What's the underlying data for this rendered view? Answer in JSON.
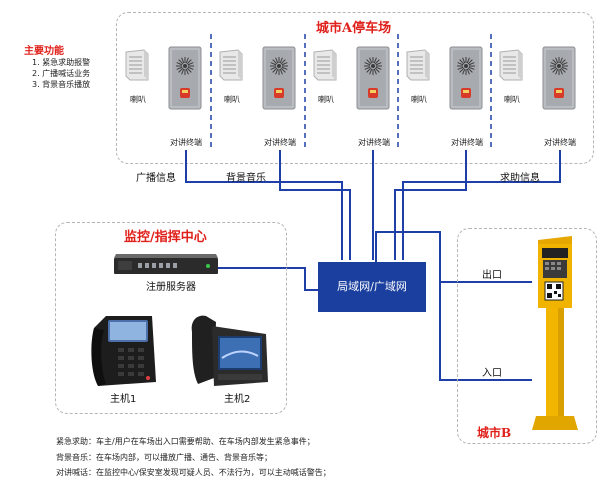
{
  "main_functions": {
    "title": "主要功能",
    "items": [
      "1. 紧急求助报警",
      "2. 广播喊话业务",
      "3. 背景音乐播放"
    ]
  },
  "parking_a": {
    "title": "城市A停车场",
    "speaker_label": "喇叭",
    "terminal_label": "对讲终端",
    "units": 5
  },
  "flow_labels": {
    "broadcast": "广播信息",
    "bgm": "背景音乐",
    "help": "求助信息"
  },
  "control_center": {
    "title": "监控/指挥中心",
    "server_label": "注册服务器",
    "host1": "主机1",
    "host2": "主机2"
  },
  "network": {
    "label": "局域网/广域网"
  },
  "city_b": {
    "title": "城市B",
    "exit_label": "出口",
    "entry_label": "入口"
  },
  "notes": [
    "紧急求助：车主/用户在车场出入口需要帮助、在车场内部发生紧急事件；",
    "背景音乐：在车场内部，可以播放广播、通告、背景音乐等；",
    "对讲喊话：在监控中心/保安室发现可疑人员、不法行为，可以主动喊话警告；"
  ],
  "colors": {
    "accent_red": "#e0201a",
    "network_blue": "#1a3f9e",
    "line_blue": "#1f3fa8",
    "pole_yellow": "#f0b400"
  }
}
